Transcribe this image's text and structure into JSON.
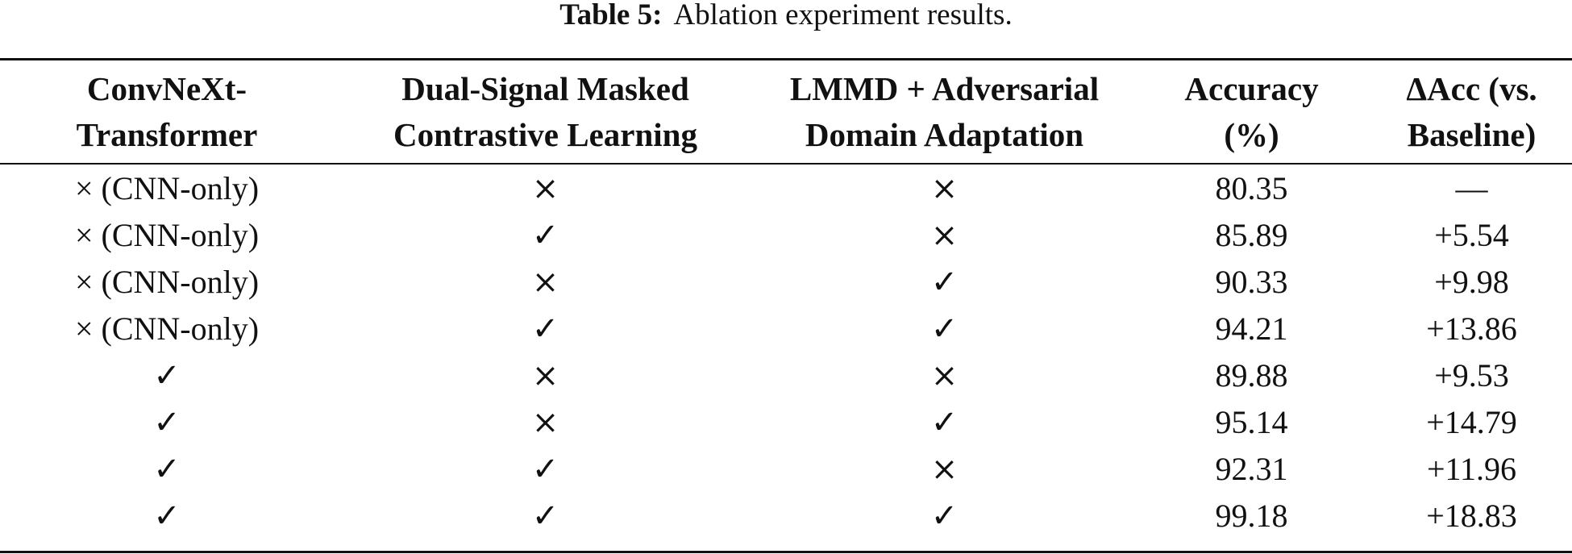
{
  "caption": {
    "label": "Table 5:",
    "text": "Ablation experiment results."
  },
  "table": {
    "headers": [
      [
        "ConvNeXt-",
        "Transformer"
      ],
      [
        "Dual-Signal Masked",
        "Contrastive Learning"
      ],
      [
        "LMMD + Adversarial",
        "Domain Adaptation"
      ],
      [
        "Accuracy",
        "(%)"
      ],
      [
        "ΔAcc (vs.",
        "Baseline)"
      ]
    ],
    "rows": [
      {
        "c1": "× (CNN-only)",
        "c2": "×",
        "c3": "×",
        "c4": "80.35",
        "c5": "—"
      },
      {
        "c1": "× (CNN-only)",
        "c2": "✓",
        "c3": "×",
        "c4": "85.89",
        "c5": "+5.54"
      },
      {
        "c1": "× (CNN-only)",
        "c2": "×",
        "c3": "✓",
        "c4": "90.33",
        "c5": "+9.98"
      },
      {
        "c1": "× (CNN-only)",
        "c2": "✓",
        "c3": "✓",
        "c4": "94.21",
        "c5": "+13.86"
      },
      {
        "c1": "✓",
        "c2": "×",
        "c3": "×",
        "c4": "89.88",
        "c5": "+9.53"
      },
      {
        "c1": "✓",
        "c2": "×",
        "c3": "✓",
        "c4": "95.14",
        "c5": "+14.79"
      },
      {
        "c1": "✓",
        "c2": "✓",
        "c3": "×",
        "c4": "92.31",
        "c5": "+11.96"
      },
      {
        "c1": "✓",
        "c2": "✓",
        "c3": "✓",
        "c4": "99.18",
        "c5": "+18.83"
      }
    ]
  }
}
